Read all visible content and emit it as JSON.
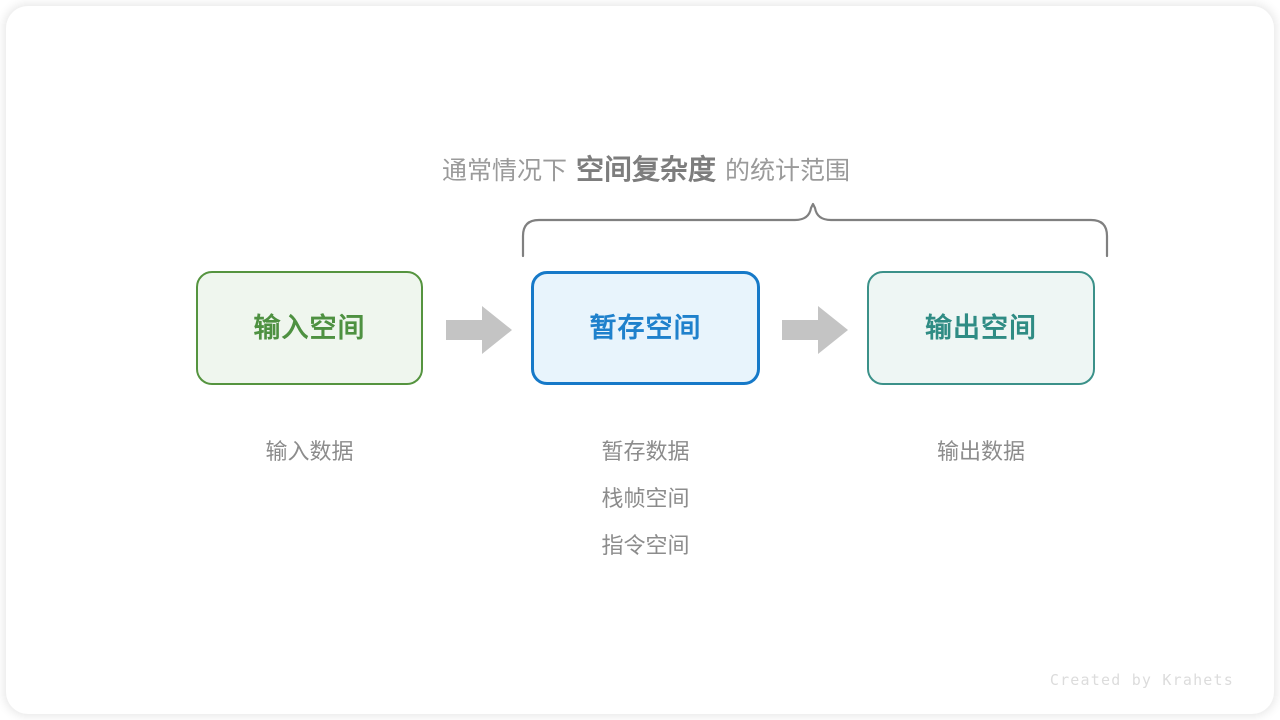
{
  "diagram": {
    "caption": {
      "prefix": "通常情况下",
      "emphasis": "空间复杂度",
      "suffix": "的统计范围"
    },
    "brace": {
      "label": "scope-brace",
      "color": "#808080",
      "spans_boxes": [
        "暂存空间",
        "输出空间"
      ]
    },
    "boxes": [
      {
        "id": "input",
        "label": "输入空间",
        "fill": "#eff6ee",
        "border": "#55943f",
        "text_color": "#4e9141"
      },
      {
        "id": "temp",
        "label": "暂存空间",
        "fill": "#e8f4fc",
        "border": "#1679c8",
        "text_color": "#1f81cc"
      },
      {
        "id": "output",
        "label": "输出空间",
        "fill": "#eef6f4",
        "border": "#3b9189",
        "text_color": "#2f8c84"
      }
    ],
    "arrows": [
      {
        "id": "arrow-input-to-temp",
        "color": "#c4c4c4"
      },
      {
        "id": "arrow-temp-to-output",
        "color": "#c4c4c4"
      }
    ],
    "sub_labels": {
      "input": [
        "输入数据"
      ],
      "temp": [
        "暂存数据",
        "栈帧空间",
        "指令空间"
      ],
      "output": [
        "输出数据"
      ]
    },
    "watermark": "Created by Krahets"
  }
}
